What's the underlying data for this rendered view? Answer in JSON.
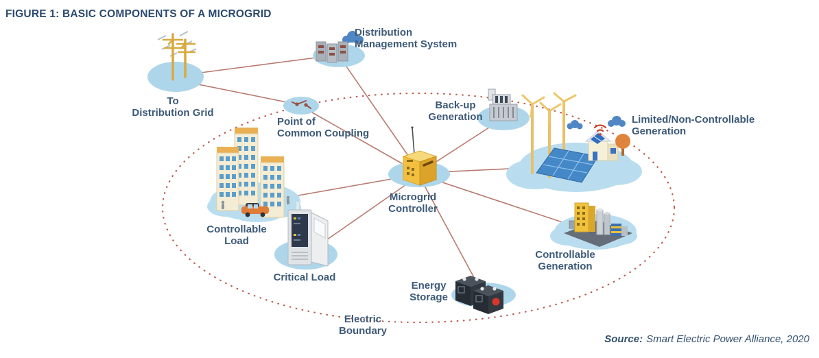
{
  "title": "FIGURE 1: BASIC COMPONENTS OF A MICROGRID",
  "source": {
    "label": "Source:",
    "text": "Smart Electric Power Alliance, 2020"
  },
  "colors": {
    "title_text": "#2c4a6e",
    "label_text": "#3d5a78",
    "connection_line": "#b97a70",
    "boundary_dots": "#bb5a4d",
    "node_ellipse": "#aed6ea",
    "node_cloud": "#b9ddef",
    "controller_box": "#f3bf3f",
    "wind_turbine": "#e8c06a",
    "solar_panel": "#4488c8"
  },
  "nodes": {
    "to_distribution_grid": {
      "label": "To\nDistribution Grid",
      "icon": "transmission-tower-icon"
    },
    "distribution_management_system": {
      "label": "Distribution\nManagement System",
      "icon": "server-cloud-icon"
    },
    "point_of_common_coupling": {
      "label": "Point of\nCommon Coupling",
      "icon": "switch-icon"
    },
    "backup_generation": {
      "label": "Back-up\nGeneration",
      "icon": "generator-icon"
    },
    "limited_non_controllable_generation": {
      "label": "Limited/Non-Controllable\nGeneration",
      "icon": "wind-solar-house-icon"
    },
    "microgrid_controller": {
      "label": "Microgrid\nController",
      "icon": "controller-box-icon"
    },
    "controllable_load": {
      "label": "Controllable\nLoad",
      "icon": "buildings-icon"
    },
    "critical_load": {
      "label": "Critical Load",
      "icon": "control-cabinet-icon"
    },
    "energy_storage": {
      "label": "Energy\nStorage",
      "icon": "battery-icon"
    },
    "controllable_generation": {
      "label": "Controllable\nGeneration",
      "icon": "power-plant-icon"
    }
  },
  "boundary": {
    "label": "Electric\nBoundary"
  },
  "connections": [
    {
      "from": "to-distribution-grid",
      "to": "distribution-management-system"
    },
    {
      "from": "to-distribution-grid",
      "to": "point-of-common-coupling"
    },
    {
      "from": "point-of-common-coupling",
      "to": "microgrid-controller"
    },
    {
      "from": "distribution-management-system",
      "to": "microgrid-controller"
    },
    {
      "from": "microgrid-controller",
      "to": "backup-generation"
    },
    {
      "from": "microgrid-controller",
      "to": "limited-non-controllable-generation"
    },
    {
      "from": "microgrid-controller",
      "to": "controllable-generation"
    },
    {
      "from": "microgrid-controller",
      "to": "energy-storage"
    },
    {
      "from": "microgrid-controller",
      "to": "critical-load"
    },
    {
      "from": "microgrid-controller",
      "to": "controllable-load"
    }
  ]
}
